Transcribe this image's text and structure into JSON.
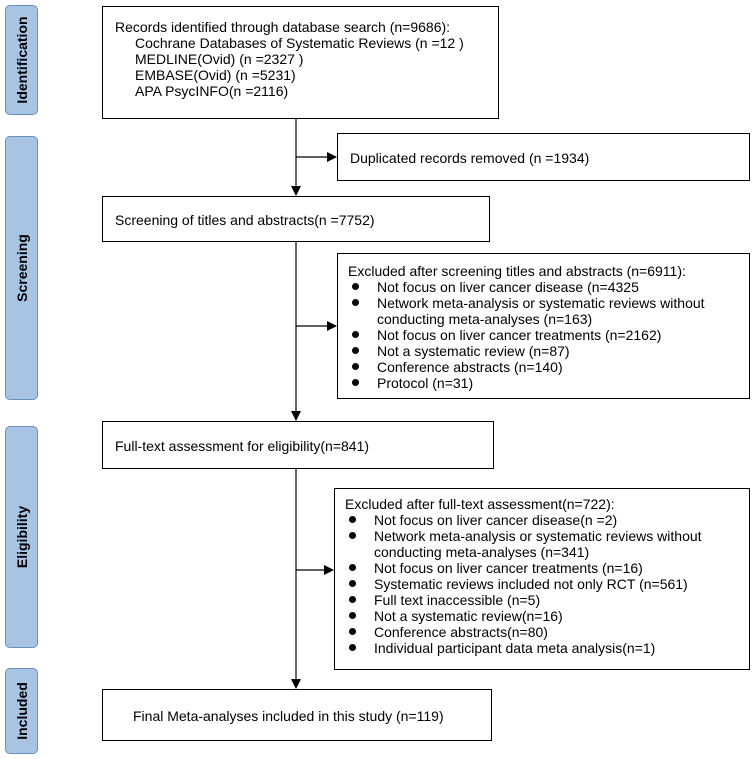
{
  "phases": [
    "Identification",
    "Screening",
    "Eligibility",
    "Included"
  ],
  "identification": {
    "header": "Records identified through database search (n=9686):",
    "sources": [
      "Cochrane Databases of Systematic Reviews (n =12 )",
      "MEDLINE(Ovid) (n =2327 )",
      "EMBASE(Ovid) (n =5231)",
      "APA PsycINFO(n =2116)"
    ]
  },
  "duplicates": "Duplicated records removed  (n =1934)",
  "screening": "Screening of titles and abstracts(n =7752)",
  "excluded_screening": {
    "header": "Excluded after screening titles and abstracts (n=6911):",
    "items": [
      [
        "Not focus on liver cancer disease (n=4325"
      ],
      [
        "Network meta-analysis or systematic reviews without",
        "conducting meta-analyses (n=163)"
      ],
      [
        "Not focus on liver cancer treatments (n=2162)"
      ],
      [
        "Not a systematic review (n=87)"
      ],
      [
        "Conference abstracts (n=140)"
      ],
      [
        "Protocol (n=31)"
      ]
    ]
  },
  "eligibility": "Full-text assessment for eligibility(n=841)",
  "excluded_fulltext": {
    "header": "Excluded after full-text assessment(n=722):",
    "items": [
      [
        "Not focus on liver cancer disease(n =2)"
      ],
      [
        "Network meta-analysis or systematic reviews without",
        "conducting meta-analyses (n=341)"
      ],
      [
        "Not focus on liver cancer treatments (n=16)"
      ],
      [
        "Systematic reviews included not only RCT (n=561)"
      ],
      [
        "Full text inaccessible (n=5)"
      ],
      [
        "Not a systematic review(n=16)"
      ],
      [
        "Conference abstracts(n=80)"
      ],
      [
        "Individual participant data meta analysis(n=1)"
      ]
    ]
  },
  "included": "Final Meta-analyses included in this study  (n=119)"
}
